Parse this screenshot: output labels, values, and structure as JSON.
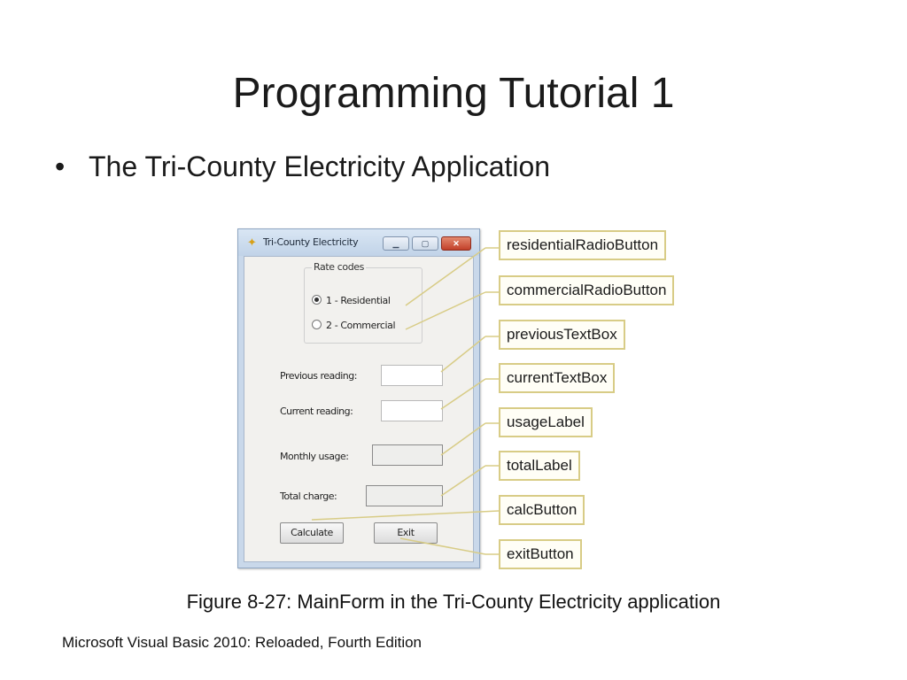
{
  "slide": {
    "title": "Programming Tutorial 1",
    "bullet": "The Tri-County Electricity Application",
    "caption": "Figure 8-27: MainForm in the Tri-County Electricity application",
    "footer": "Microsoft Visual Basic 2010: Reloaded, Fourth Edition"
  },
  "form": {
    "window_title": "Tri-County Electricity",
    "group_label": "Rate codes",
    "radio_residential": "1 - Residential",
    "radio_commercial": "2 - Commercial",
    "label_previous": "Previous reading:",
    "label_current": "Current reading:",
    "label_usage": "Monthly usage:",
    "label_total": "Total charge:",
    "calc_button": "Calculate",
    "exit_button": "Exit"
  },
  "callouts": {
    "residential": "residentialRadioButton",
    "commercial": "commercialRadioButton",
    "previous": "previousTextBox",
    "current": "currentTextBox",
    "usage": "usageLabel",
    "total": "totalLabel",
    "calc": "calcButton",
    "exit": "exitButton"
  },
  "colors": {
    "callout_border": "#d8cc86",
    "leader_line": "#d8cc86"
  }
}
